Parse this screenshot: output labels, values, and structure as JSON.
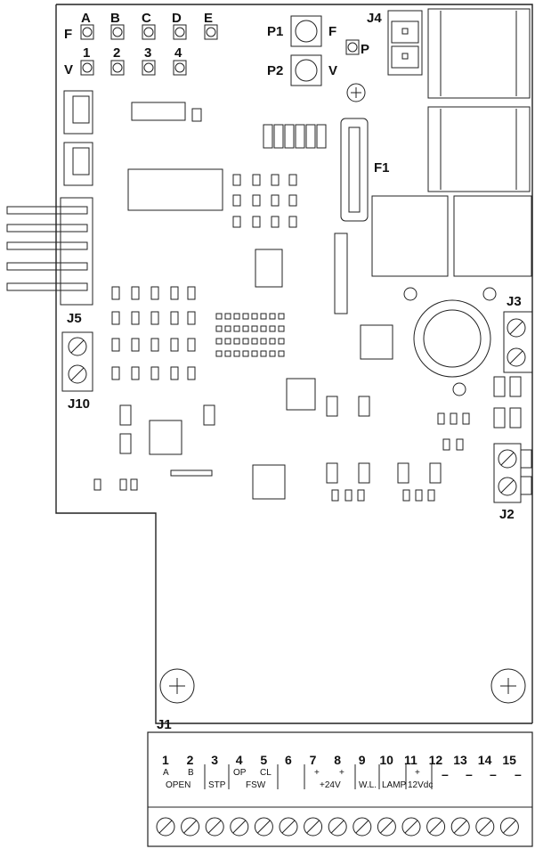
{
  "dip_switch": {
    "row_f": {
      "label": "F",
      "switches": [
        "A",
        "B",
        "C",
        "D",
        "E"
      ]
    },
    "row_v": {
      "label": "V",
      "switches": [
        "1",
        "2",
        "3",
        "4"
      ]
    }
  },
  "buttons": {
    "p1": {
      "label": "P1",
      "suffix": "F"
    },
    "p2": {
      "label": "P2",
      "suffix": "V"
    },
    "p_led": "P"
  },
  "connectors": {
    "j1": "J1",
    "j2": "J2",
    "j3": "J3",
    "j4": "J4",
    "j5": "J5",
    "j10": "J10",
    "f1": "F1"
  },
  "terminal": {
    "pins": [
      "1",
      "2",
      "3",
      "4",
      "5",
      "6",
      "7",
      "8",
      "9",
      "10",
      "11",
      "12",
      "13",
      "14",
      "15"
    ],
    "sub_labels": {
      "p1": "A",
      "p2": "B",
      "p4": "OP",
      "p5": "CL",
      "p7": "+",
      "p8": "+",
      "p11": "+",
      "p12": "–",
      "p13": "–",
      "p14": "–",
      "p15": "–"
    },
    "groups": {
      "open": "OPEN",
      "stp": "STP",
      "fsw": "FSW",
      "v24": "+24V",
      "wl": "W.L.",
      "lamp": "LAMP",
      "v12": "12Vdc"
    }
  }
}
